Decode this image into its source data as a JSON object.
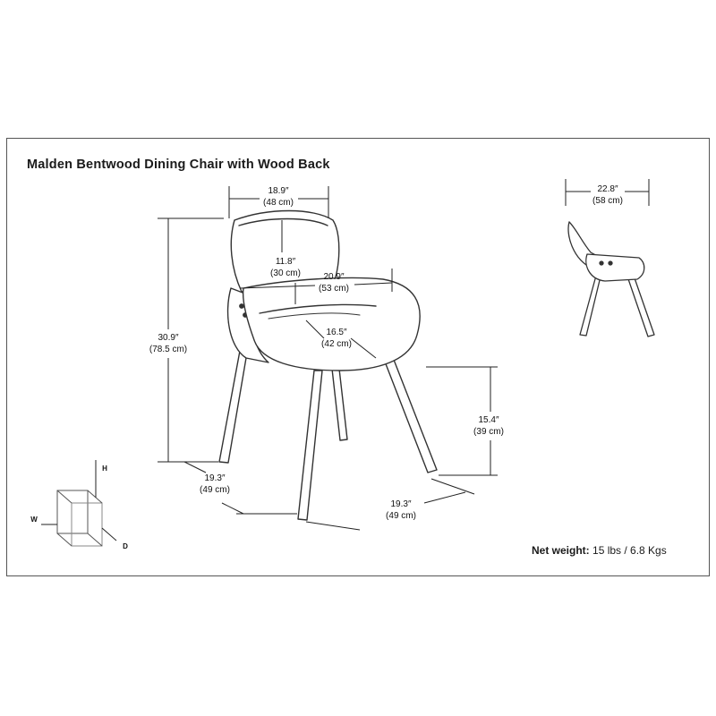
{
  "title": "Malden Bentwood Dining Chair with Wood Back",
  "net_weight_label": "Net weight:",
  "net_weight_value": "15 lbs / 6.8 Kgs",
  "dimensions": {
    "back_width": {
      "in": "18.9″",
      "cm": "(48 cm)"
    },
    "back_height": {
      "in": "11.8″",
      "cm": "(30 cm)"
    },
    "seat_width": {
      "in": "20.9″",
      "cm": "(53 cm)"
    },
    "seat_depth": {
      "in": "16.5″",
      "cm": "(42 cm)"
    },
    "overall_height": {
      "in": "30.9″",
      "cm": "(78.5 cm)"
    },
    "seat_height": {
      "in": "15.4″",
      "cm": "(39 cm)"
    },
    "base_depth": {
      "in": "19.3″",
      "cm": "(49 cm)"
    },
    "base_width": {
      "in": "19.3″",
      "cm": "(49 cm)"
    },
    "side_depth": {
      "in": "22.8″",
      "cm": "(58 cm)"
    }
  },
  "axes": {
    "h": "H",
    "w": "W",
    "d": "D"
  },
  "colors": {
    "line": "#333333",
    "frame": "#555555"
  }
}
